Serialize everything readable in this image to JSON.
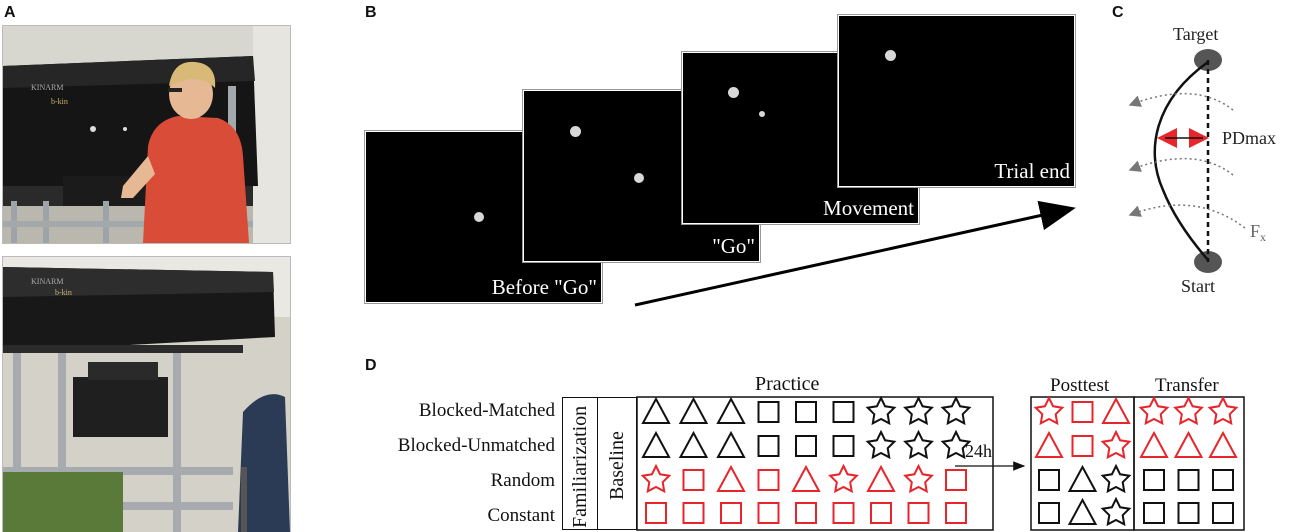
{
  "panels": {
    "a": "A",
    "b": "B",
    "c": "C",
    "d": "D"
  },
  "panel_a": {
    "top_photo": {
      "brand": "KINARM",
      "sub_brand": "b-kin"
    },
    "bottom_photo": {
      "brand": "KINARM",
      "sub_brand": "b-kin"
    }
  },
  "panel_b": {
    "screens": [
      "Before \"Go\"",
      "\"Go\"",
      "Movement",
      "Trial end"
    ]
  },
  "panel_c": {
    "target_label": "Target",
    "start_label": "Start",
    "pd_label": "PDmax",
    "force_label": "F",
    "force_subscript": "x"
  },
  "panel_d": {
    "rows": [
      "Blocked-Matched",
      "Blocked-Unmatched",
      "Random",
      "Constant"
    ],
    "familiarization": "Familiarization",
    "baseline": "Baseline",
    "practice_header": "Practice",
    "posttest_header": "Posttest",
    "transfer_header": "Transfer",
    "delay_label": "24h",
    "colors": {
      "black": "#111111",
      "red": "#e8252b"
    },
    "practice_grid": [
      [
        [
          "tri",
          "k"
        ],
        [
          "tri",
          "k"
        ],
        [
          "tri",
          "k"
        ],
        [
          "sq",
          "k"
        ],
        [
          "sq",
          "k"
        ],
        [
          "sq",
          "k"
        ],
        [
          "star",
          "k"
        ],
        [
          "star",
          "k"
        ],
        [
          "star",
          "k"
        ]
      ],
      [
        [
          "tri",
          "k"
        ],
        [
          "tri",
          "k"
        ],
        [
          "tri",
          "k"
        ],
        [
          "sq",
          "k"
        ],
        [
          "sq",
          "k"
        ],
        [
          "sq",
          "k"
        ],
        [
          "star",
          "k"
        ],
        [
          "star",
          "k"
        ],
        [
          "star",
          "k"
        ]
      ],
      [
        [
          "star",
          "r"
        ],
        [
          "sq",
          "r"
        ],
        [
          "tri",
          "r"
        ],
        [
          "sq",
          "r"
        ],
        [
          "tri",
          "r"
        ],
        [
          "star",
          "r"
        ],
        [
          "tri",
          "r"
        ],
        [
          "star",
          "r"
        ],
        [
          "sq",
          "r"
        ]
      ],
      [
        [
          "sq",
          "r"
        ],
        [
          "sq",
          "r"
        ],
        [
          "sq",
          "r"
        ],
        [
          "sq",
          "r"
        ],
        [
          "sq",
          "r"
        ],
        [
          "sq",
          "r"
        ],
        [
          "sq",
          "r"
        ],
        [
          "sq",
          "r"
        ],
        [
          "sq",
          "r"
        ]
      ]
    ],
    "posttest_grid": [
      [
        [
          "star",
          "r"
        ],
        [
          "sq",
          "r"
        ],
        [
          "tri",
          "r"
        ]
      ],
      [
        [
          "tri",
          "r"
        ],
        [
          "sq",
          "r"
        ],
        [
          "star",
          "r"
        ]
      ],
      [
        [
          "sq",
          "k"
        ],
        [
          "tri",
          "k"
        ],
        [
          "star",
          "k"
        ]
      ],
      [
        [
          "sq",
          "k"
        ],
        [
          "tri",
          "k"
        ],
        [
          "star",
          "k"
        ]
      ]
    ],
    "transfer_grid": [
      [
        [
          "star",
          "r"
        ],
        [
          "star",
          "r"
        ],
        [
          "star",
          "r"
        ]
      ],
      [
        [
          "tri",
          "r"
        ],
        [
          "tri",
          "r"
        ],
        [
          "tri",
          "r"
        ]
      ],
      [
        [
          "sq",
          "k"
        ],
        [
          "sq",
          "k"
        ],
        [
          "sq",
          "k"
        ]
      ],
      [
        [
          "sq",
          "k"
        ],
        [
          "sq",
          "k"
        ],
        [
          "sq",
          "k"
        ]
      ]
    ]
  }
}
